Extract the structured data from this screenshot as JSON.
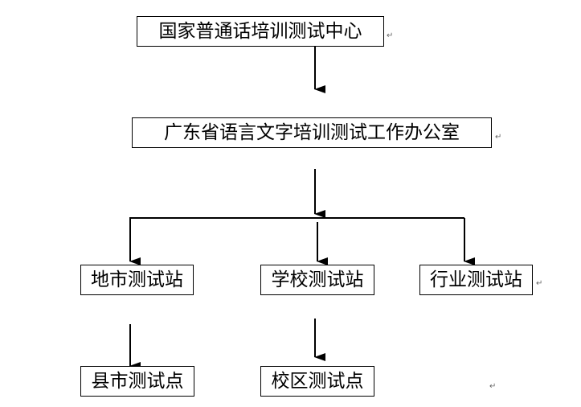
{
  "nodes": {
    "national_center": "国家普通话培训测试中心",
    "guangdong_office": "广东省语言文字培训测试工作办公室",
    "city_station": "地市测试站",
    "school_station": "学校测试站",
    "industry_station": "行业测试站",
    "county_point": "县市测试点",
    "campus_point": "校区测试点"
  },
  "marks": {
    "paragraph_mark": "↵"
  }
}
